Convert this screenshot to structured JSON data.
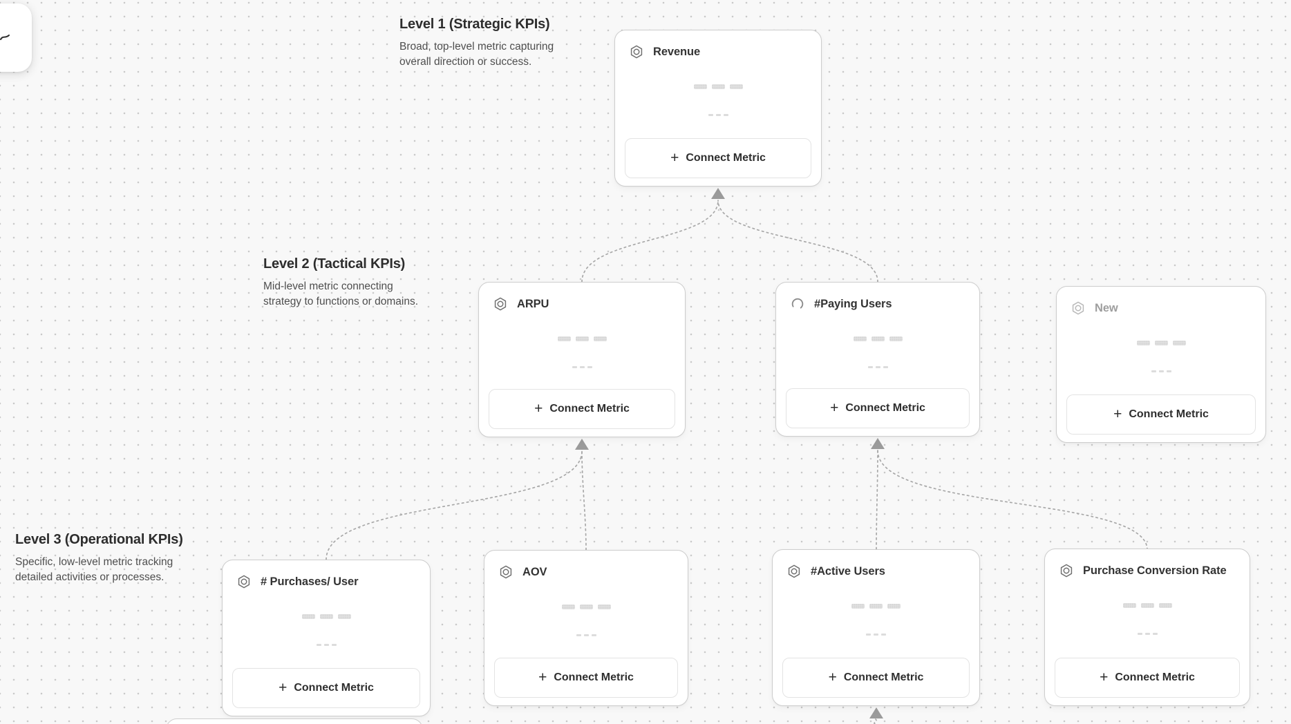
{
  "app": {
    "type": "kpi-tree-canvas"
  },
  "sections": [
    {
      "id": "level1",
      "title": "Level 1 (Strategic KPIs)",
      "description": "Broad, top-level metric capturing overall direction or success."
    },
    {
      "id": "level2",
      "title": "Level 2 (Tactical KPIs)",
      "description": "Mid-level metric connecting strategy to functions or domains."
    },
    {
      "id": "level3",
      "title": "Level 3 (Operational KPIs)",
      "description": "Specific, low-level metric tracking detailed activities or processes."
    }
  ],
  "cards": [
    {
      "id": "revenue",
      "level": 1,
      "title": "Revenue",
      "icon": "hexagon-metric-icon",
      "state": "normal",
      "button_label": "Connect Metric"
    },
    {
      "id": "arpu",
      "level": 2,
      "title": "ARPU",
      "icon": "hexagon-metric-icon",
      "state": "normal",
      "button_label": "Connect Metric"
    },
    {
      "id": "paying-users",
      "level": 2,
      "title": "#Paying Users",
      "icon": "loading-arc-icon",
      "state": "loading",
      "button_label": "Connect Metric"
    },
    {
      "id": "new",
      "level": 2,
      "title": "New",
      "icon": "hexagon-metric-icon",
      "state": "draft",
      "button_label": "Connect Metric"
    },
    {
      "id": "purchases-per-user",
      "level": 3,
      "title": "# Purchases/ User",
      "icon": "hexagon-metric-icon",
      "state": "normal",
      "button_label": "Connect Metric"
    },
    {
      "id": "aov",
      "level": 3,
      "title": "AOV",
      "icon": "hexagon-metric-icon",
      "state": "normal",
      "button_label": "Connect Metric"
    },
    {
      "id": "active-users",
      "level": 3,
      "title": "#Active Users",
      "icon": "hexagon-metric-icon",
      "state": "normal",
      "button_label": "Connect Metric"
    },
    {
      "id": "purchase-conversion-rate",
      "level": 3,
      "title": "Purchase Conversion Rate",
      "icon": "hexagon-metric-icon",
      "state": "normal",
      "button_label": "Connect Metric"
    }
  ],
  "ui": {
    "plus_glyph": "+"
  },
  "colors": {
    "canvas_bg": "#f8f8f8",
    "grid_dot": "#c9c9c9",
    "card_border": "#cdcdcd",
    "card_title": "#333333",
    "muted_title": "#9e9e9e",
    "connector": "#a8a8a8",
    "arrowhead": "#9b9b9b",
    "heading": "#2d2d2d",
    "description": "#4e4e4e"
  }
}
